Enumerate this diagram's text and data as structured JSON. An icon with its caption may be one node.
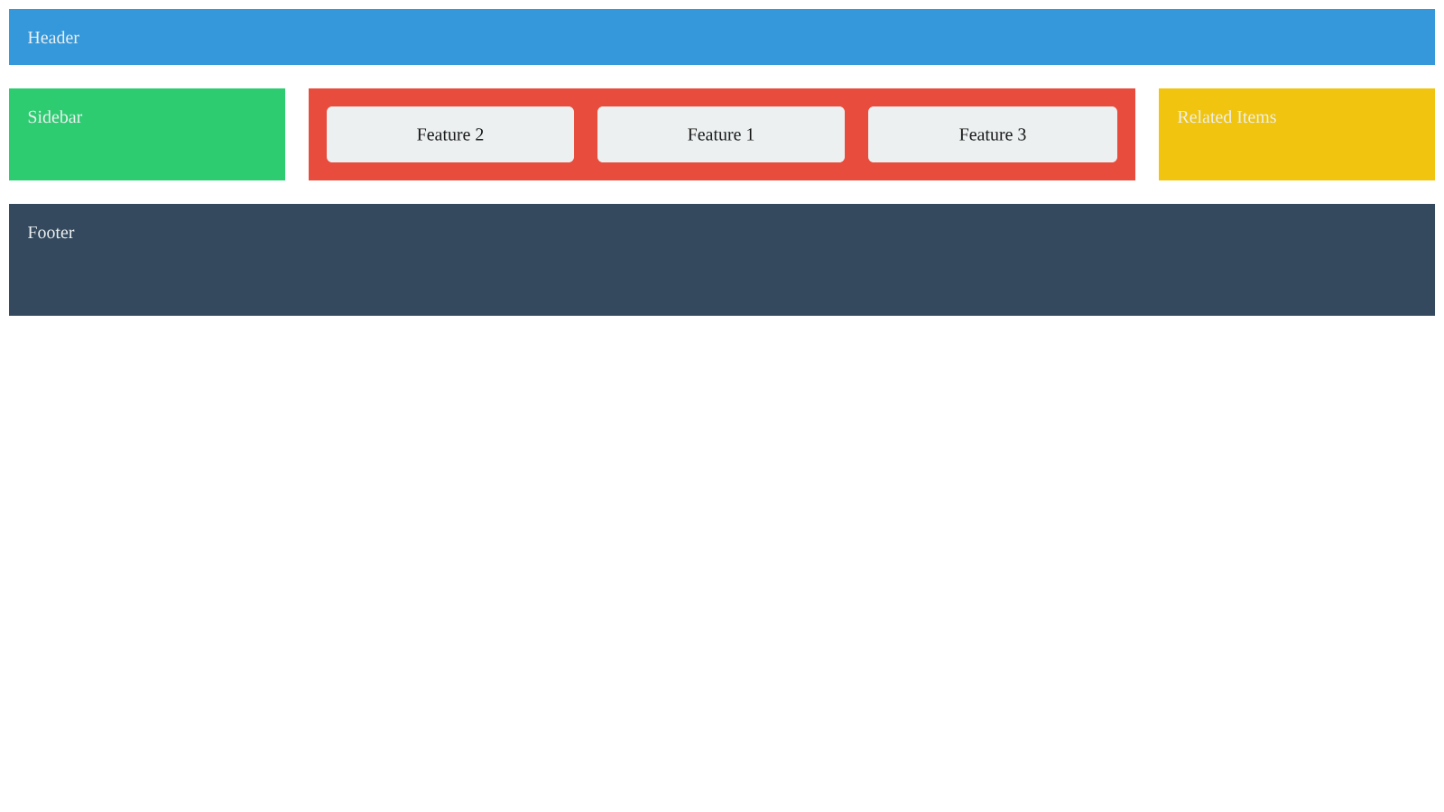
{
  "diagram": {
    "nodes": [
      {
        "text": [
          "Header"
        ]
      },
      {
        "text": [
          "Sidebar"
        ]
      },
      {
        "text": [],
        "shape": "box"
      },
      {
        "text": [
          "Feature 2"
        ],
        "in": 2
      },
      {
        "text": [
          "Feature 1"
        ],
        "in": 2
      },
      {
        "text": [
          "Feature 3"
        ],
        "in": 2
      },
      {
        "text": [
          "Related Items"
        ]
      },
      {
        "text": [
          "Footer"
        ]
      }
    ]
  }
}
